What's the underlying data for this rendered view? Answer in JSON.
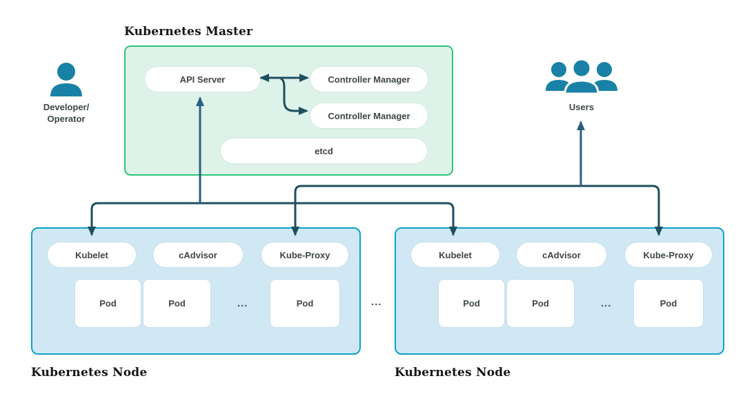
{
  "master": {
    "title": "Kubernetes Master",
    "api_server": "API Server",
    "controller_manager_top": "Controller Manager",
    "controller_manager_bottom": "Controller Manager",
    "etcd": "etcd"
  },
  "actors": {
    "developer": {
      "line1": "Developer/",
      "line2": "Operator"
    },
    "users": {
      "label": "Users"
    }
  },
  "nodes": [
    {
      "title": "Kubernetes Node",
      "kubelet": "Kubelet",
      "cadvisor": "cAdvisor",
      "kube_proxy": "Kube-Proxy",
      "pods": [
        "Pod",
        "Pod",
        "Pod"
      ],
      "pods_ellipsis": "..."
    },
    {
      "title": "Kubernetes Node",
      "kubelet": "Kubelet",
      "cadvisor": "cAdvisor",
      "kube_proxy": "Kube-Proxy",
      "pods": [
        "Pod",
        "Pod",
        "Pod"
      ],
      "pods_ellipsis": "..."
    }
  ],
  "nodes_separator": "...",
  "colors": {
    "master_border": "#2cc47c",
    "master_fill": "#ddf2e8",
    "node_border": "#0da0c8",
    "node_fill": "#d0e8f4",
    "connector": "#1d4f5f",
    "connector_vertical": "#2c5f7e",
    "actor_icon": "#1981a6",
    "label_text": "#3d4743",
    "heading_text": "#161616"
  }
}
